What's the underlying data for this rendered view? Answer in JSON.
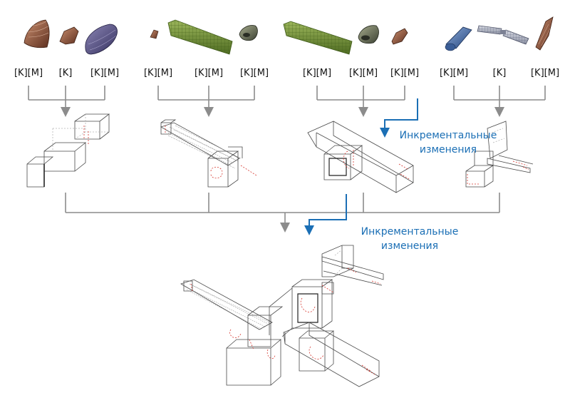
{
  "colors": {
    "connector": "#8c8c8c",
    "incremental": "#1b6fb5",
    "wire": "#4a4a4a",
    "hidden_wire": "#b5b5b5",
    "marker": "#d6372f"
  },
  "groups": [
    {
      "id": "group-1",
      "labels": [
        "[K][M]",
        "[K]",
        "[K][M]"
      ],
      "parts": [
        "pointed-fuselage-shell-icon",
        "brown-tail-cone-icon",
        "purple-fuselage-shell-icon"
      ]
    },
    {
      "id": "group-2",
      "labels": [
        "[K][M]",
        "[K][M]",
        "[K][M]"
      ],
      "parts": [
        "small-brown-part-icon",
        "green-wing-panel-icon",
        "engine-nacelle-icon"
      ]
    },
    {
      "id": "group-3",
      "labels": [
        "[K][M]",
        "[K][M]",
        "[K][M]"
      ],
      "parts": [
        "green-wing-panel-icon",
        "engine-nacelle-icon",
        "brown-tail-cone-icon"
      ]
    },
    {
      "id": "group-4",
      "labels": [
        "[K][M]",
        "[K]",
        "[K][M]"
      ],
      "parts": [
        "blue-cylinder-tube-icon",
        "grey-stabilizer-icon",
        "brown-tail-fin-icon"
      ]
    }
  ],
  "annotations": {
    "incremental_top": [
      "Инкрементальные",
      "изменения"
    ],
    "incremental_bottom": [
      "Инкрементальные",
      "изменения"
    ]
  }
}
